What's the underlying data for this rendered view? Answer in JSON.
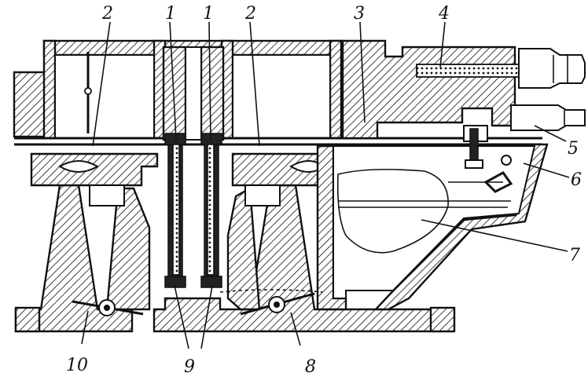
{
  "labels": {
    "l1a": "1",
    "l1b": "1",
    "l2a": "2",
    "l2b": "2",
    "l3": "3",
    "l4": "4",
    "l5": "5",
    "l6": "6",
    "l7": "7",
    "l8": "8",
    "l9": "9",
    "l10": "10"
  }
}
